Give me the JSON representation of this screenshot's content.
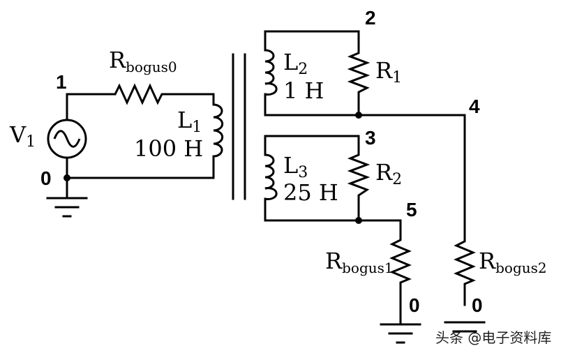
{
  "nodes": {
    "n1": "1",
    "n0_left": "0",
    "n2": "2",
    "n3": "3",
    "n4": "4",
    "n5": "5",
    "n0_bogus1": "0",
    "n0_bogus2": "0"
  },
  "components": {
    "v1": {
      "name": "V",
      "sub": "1"
    },
    "rbogus0": {
      "name": "R",
      "sub": "bogus0"
    },
    "l1": {
      "name": "L",
      "sub": "1",
      "value": "100 H"
    },
    "l2": {
      "name": "L",
      "sub": "2",
      "value": "1 H"
    },
    "r1": {
      "name": "R",
      "sub": "1"
    },
    "l3": {
      "name": "L",
      "sub": "3",
      "value": "25 H"
    },
    "r2": {
      "name": "R",
      "sub": "2"
    },
    "rbogus1": {
      "name": "R",
      "sub": "bogus1"
    },
    "rbogus2": {
      "name": "R",
      "sub": "bogus2"
    }
  },
  "watermark": "头条 @电子资料库"
}
